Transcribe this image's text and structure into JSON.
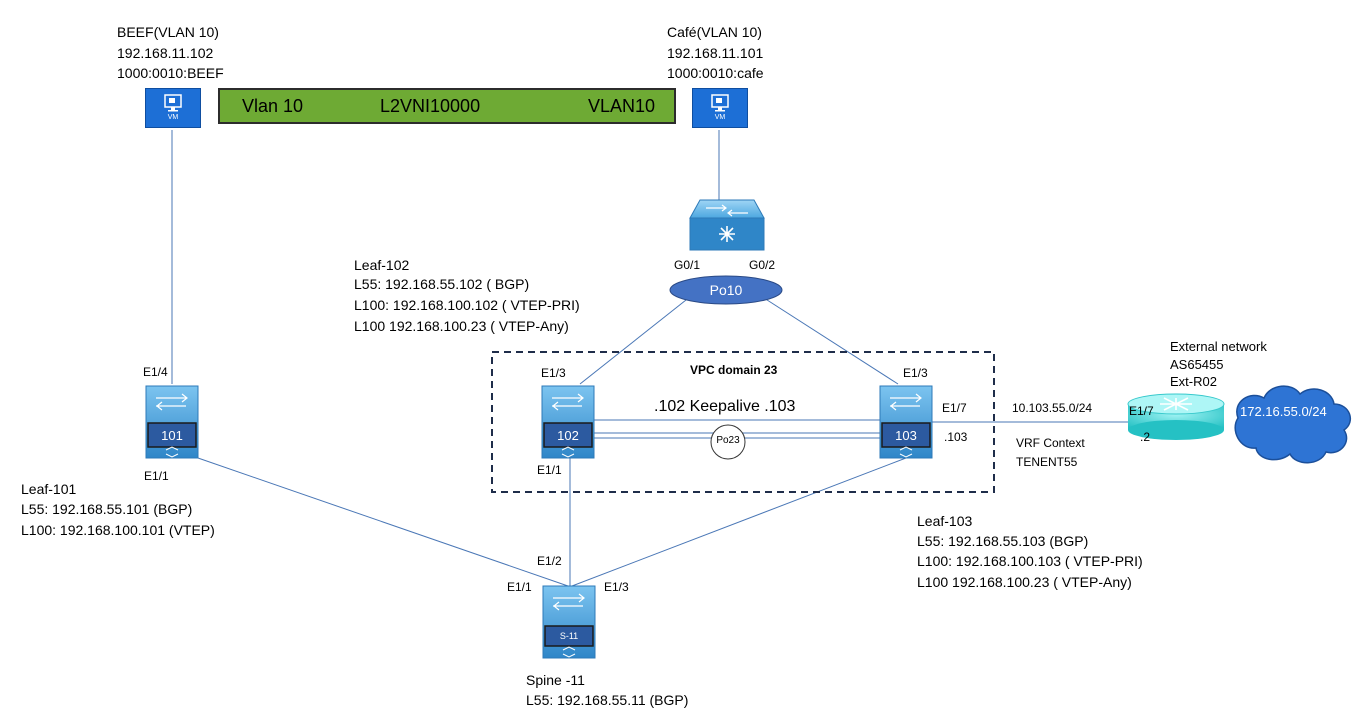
{
  "hosts": {
    "beef": {
      "name": "BEEF(VLAN 10)",
      "ipv4": "192.168.11.102",
      "ipv6": "1000:0010:BEEF",
      "icon_text": "VM"
    },
    "cafe": {
      "name": "Café(VLAN 10)",
      "ipv4": "192.168.11.101",
      "ipv6": "1000:0010:cafe",
      "icon_text": "VM"
    }
  },
  "vlan_bar": {
    "left": "Vlan 10",
    "center": "L2VNI10000",
    "right": "VLAN10",
    "color": "#6eaa34"
  },
  "access_switch": {
    "port_left": "G0/1",
    "port_right": "G0/2",
    "portchannel": "Po10"
  },
  "leaf102": {
    "title": "Leaf-102",
    "lines": [
      "L55: 192.168.55.102 ( BGP)",
      "L100: 192.168.100.102 ( VTEP-PRI)",
      "L100 192.168.100.23 ( VTEP-Any)"
    ],
    "label": "102",
    "port_up": "E1/3",
    "port_down": "E1/1"
  },
  "leaf103": {
    "title": "Leaf-103",
    "lines": [
      "L55: 192.168.55.103 (BGP)",
      "L100: 192.168.100.103 ( VTEP-PRI)",
      "L100 192.168.100.23 ( VTEP-Any)"
    ],
    "label": "103",
    "port_up": "E1/3",
    "port_ext": "E1/7",
    "ip_suffix": ".103"
  },
  "leaf101": {
    "title": "Leaf-101",
    "lines": [
      "L55: 192.168.55.101 (BGP)",
      "L100: 192.168.100.101  (VTEP)"
    ],
    "label": "101",
    "port_up": "E1/4",
    "port_down": "E1/1"
  },
  "spine": {
    "title": "Spine -11",
    "line": "L55: 192.168.55.11 (BGP)",
    "label": "S-11",
    "port_left": "E1/1",
    "port_mid": "E1/2",
    "port_right": "E1/3"
  },
  "vpc": {
    "title": "VPC domain 23",
    "keepalive": ".102 Keepalive .103",
    "portchannel": "Po23"
  },
  "external": {
    "title": "External network",
    "asn": "AS65455",
    "router": "Ext-R02",
    "port": "E1/7",
    "ip_suffix": ".2",
    "subnet": "10.103.55.0/24",
    "cloud": "172.16.55.0/24",
    "vrf_line1": "VRF Context",
    "vrf_line2": "TENENT55"
  },
  "colors": {
    "device_blue": "#4aa3df",
    "device_label": "#2c5aa0",
    "po10_fill": "#4472c4",
    "router": "#3fd1d1",
    "cloud": "#2e74d4",
    "link": "#4a77b6"
  }
}
